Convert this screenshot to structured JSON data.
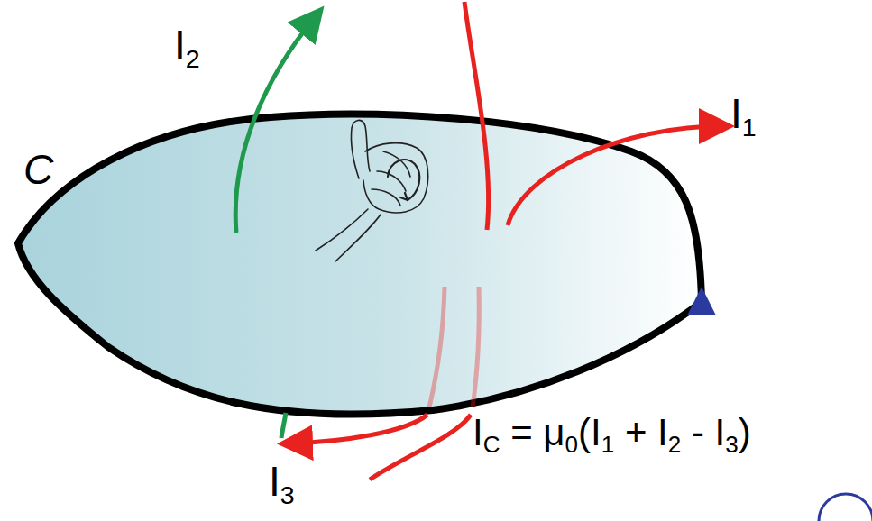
{
  "diagram": {
    "labels": [
      "I2",
      "I1",
      "C",
      "I3",
      "IC = μ0(I1 + I2 - I3)"
    ]
  }
}
